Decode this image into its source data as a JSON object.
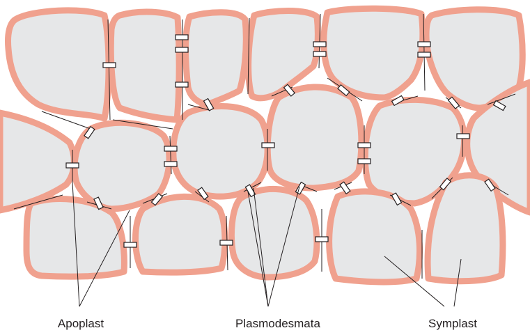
{
  "labels": {
    "apoplast": "Apoplast",
    "plasmodesmata": "Plasmodesmata",
    "symplast": "Symplast"
  },
  "colors": {
    "cytoplasm": "#e6e7e8",
    "cell_wall": "#f0a18e",
    "line": "#231f20",
    "background": "#ffffff"
  }
}
